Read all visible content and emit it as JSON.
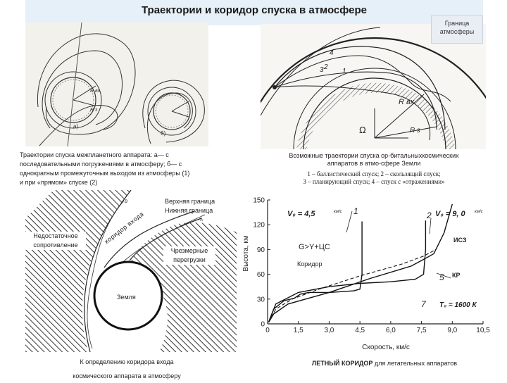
{
  "title": "Траектории и коридор спуска в атмосфере",
  "top_right": {
    "boundary_label": [
      "Граница",
      "атмосферы"
    ],
    "curve_labels": [
      "1",
      "2",
      "3",
      "4"
    ],
    "radius_labels": [
      "R вх",
      "R з"
    ],
    "omega": "Ω",
    "caption_lines": [
      "Возможные траектории спуска ор-битальныхкосмических",
      "аппаратов в атмо-сфере Земли"
    ],
    "legend_lines": [
      "1 – баллистический спуск; 2 – скользящий спуск;",
      "3 – планирующий спуск; 4 – спуск с «отражениями»"
    ]
  },
  "top_left": {
    "sub_labels": [
      "а)",
      "б)"
    ],
    "radius_labels": [
      "R вх",
      "R з"
    ],
    "caption_lines": [
      "Траектории спуска межпланетного аппарата: а— с",
      "последовательными погружениями в атмосферу; б— с",
      "однократным промежуточным выходом из атмосферы (1)",
      "и при «прямом» спуске (2)"
    ]
  },
  "corridor": {
    "upper_bound": "Верхняя граница",
    "lower_bound": "Нижняя граница",
    "insufficient": [
      "Недостаточное",
      "сопротивление"
    ],
    "corridor_label": "коридор входа",
    "overload": [
      "Чрезмерные",
      "перегрузки"
    ],
    "earth": "Земля",
    "curve_labels": [
      "B",
      "A"
    ],
    "caption_lines": [
      "К определению коридора входа",
      "космического аппарата в атмосферу"
    ]
  },
  "chart_data": {
    "type": "line",
    "xlabel": "Скорость, км/с",
    "ylabel": "Высота, км",
    "x_ticks": [
      "0",
      "1,5",
      "3,0",
      "4,5",
      "6,0",
      "7,5",
      "9,0",
      "10,5"
    ],
    "y_ticks": [
      "0",
      "30",
      "60",
      "90",
      "120",
      "150"
    ],
    "xlim": [
      0,
      10.5
    ],
    "ylim": [
      0,
      150
    ],
    "annotations": {
      "v_left": "V₀ = 4,5",
      "v_left_unit": "км/с",
      "v_right": "V₀ = 9, 0",
      "v_right_unit": "км/с",
      "label_1": "1",
      "label_2": "2",
      "label_5": "5",
      "label_7": "7",
      "g_condition": "G>Y+ЦС",
      "iss": "ИСЗ",
      "corridor": "Коридор",
      "kr": "КР",
      "t0": "T₀ = 1600 К"
    },
    "series": [
      {
        "x": [
          0.05,
          0.3,
          0.8,
          1.3,
          1.6,
          2.0,
          3.0,
          4.2,
          4.5,
          4.6,
          4.6
        ],
        "y": [
          2,
          18,
          28,
          31,
          36,
          38,
          38,
          40,
          42,
          60,
          124
        ]
      },
      {
        "x": [
          0.05,
          0.4,
          1.5,
          3.0,
          4.5,
          6.0,
          7.2,
          7.6,
          7.7,
          7.7
        ],
        "y": [
          2,
          24,
          38,
          45,
          49,
          51,
          54,
          60,
          90,
          125
        ]
      },
      {
        "x": [
          0.05,
          0.3,
          1.0,
          3.0,
          5.0,
          7.0,
          7.6,
          8.1,
          8.6,
          9.0
        ],
        "y": [
          2,
          12,
          24,
          38,
          55,
          70,
          78,
          85,
          110,
          145
        ]
      },
      {
        "x": [
          0.05,
          0.4,
          1.2,
          2.5,
          4.5,
          6.5,
          7.6,
          8.2
        ],
        "y": [
          2,
          18,
          30,
          42,
          58,
          72,
          82,
          90
        ]
      }
    ]
  },
  "bottom_right_caption": {
    "bold_part": "ЛЕТНЫЙ КОРИДОР",
    "rest": " для летательных аппаратов"
  }
}
